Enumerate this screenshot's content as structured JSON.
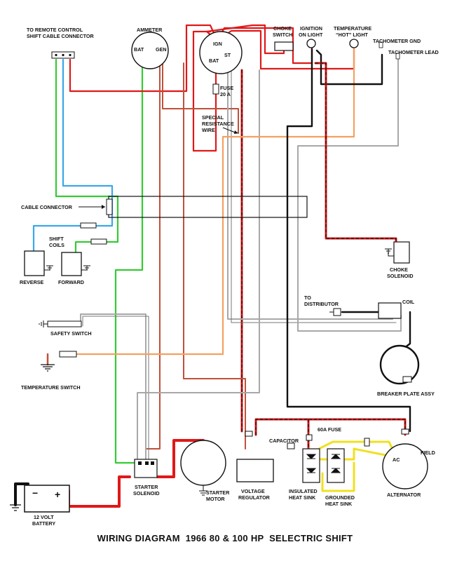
{
  "title": "WIRING DIAGRAM  1966 80 & 100 HP  SELECTRIC SHIFT",
  "colors": {
    "red": "#e01818",
    "brown": "#c0503a",
    "green": "#33cc33",
    "blue": "#3aa8e8",
    "orange": "#f5a060",
    "gray": "#a8a8a8",
    "black": "#111111",
    "yellow": "#f0e020"
  },
  "labels": {
    "remote_1": "TO REMOTE CONTROL",
    "remote_2": "SHIFT CABLE CONNECTOR",
    "ammeter": "AMMETER",
    "bat": "BAT",
    "gen": "GEN",
    "ign": "IGN",
    "st": "ST",
    "fuse_1": "FUSE",
    "fuse_2": "20 A",
    "choke_1": "CHOKE",
    "choke_2": "SWITCH",
    "ignlight_1": "IGNITION",
    "ignlight_2": "ON LIGHT",
    "temp_1": "TEMPERATURE",
    "temp_2": "“HOT” LIGHT",
    "tach_gnd": "TACHOMETER GND",
    "tach_lead": "TACHOMETER LEAD",
    "special_1": "SPECIAL",
    "special_2": "RESISTANCE",
    "special_3": "WIRE",
    "cable_connector": "CABLE CONNECTOR",
    "shift_1": "SHIFT",
    "shift_2": "COILS",
    "reverse": "REVERSE",
    "forward": "FORWARD",
    "choke_sol_1": "CHOKE",
    "choke_sol_2": "SOLENOID",
    "to_dist_1": "TO",
    "to_dist_2": "DISTRIBUTOR",
    "coil": "COIL",
    "safety": "SAFETY SWITCH",
    "temp_switch": "TEMPERATURE SWITCH",
    "breaker": "BREAKER PLATE ASSY",
    "fuse60": "60A FUSE",
    "capacitor": "CAPACITOR",
    "field": "FIELD",
    "ac": "AC",
    "starter_sol_1": "STARTER",
    "starter_sol_2": "SOLENOID",
    "starter_motor_1": "STARTER",
    "starter_motor_2": "MOTOR",
    "vreg_1": "VOLTAGE",
    "vreg_2": "REGULATOR",
    "ins_1": "INSULATED",
    "ins_2": "HEAT SINK",
    "gnd_1": "GROUNDED",
    "gnd_2": "HEAT SINK",
    "alternator": "ALTERNATOR",
    "batt_1": "12 VOLT",
    "batt_2": "BATTERY"
  }
}
